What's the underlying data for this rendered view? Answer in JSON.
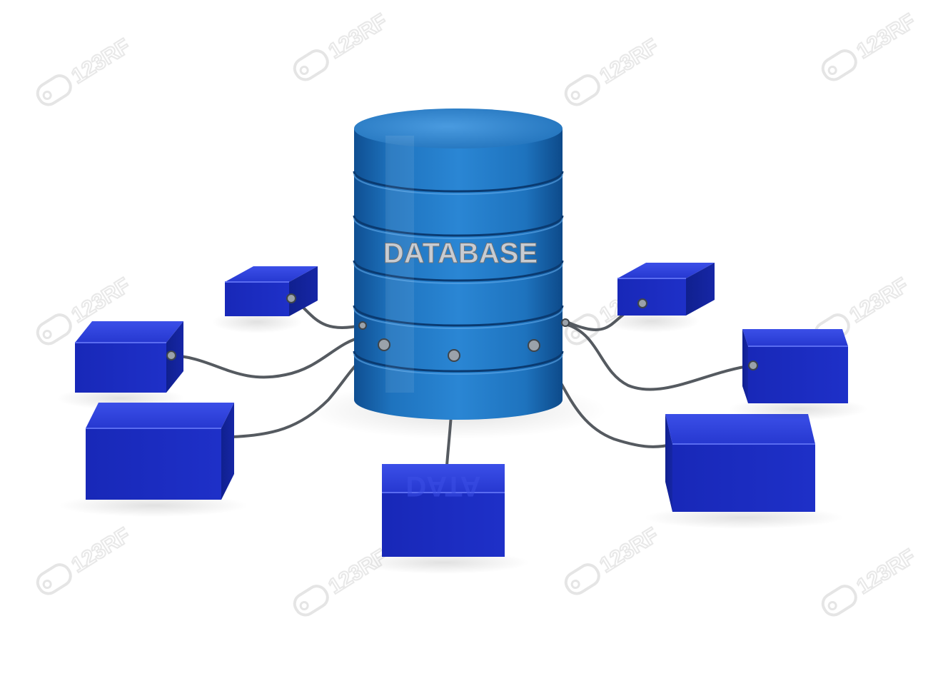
{
  "database": {
    "label": "DATABASE",
    "body_color": "#1E73BE",
    "top_color": "#3A8ED6",
    "label_color": "#C8CCD2"
  },
  "node_color": "#1E2FC8",
  "cable_color": "#555A60",
  "watermark": {
    "text": "123RF",
    "color": "#E6E6E6"
  },
  "mirrored_text": "DATA"
}
